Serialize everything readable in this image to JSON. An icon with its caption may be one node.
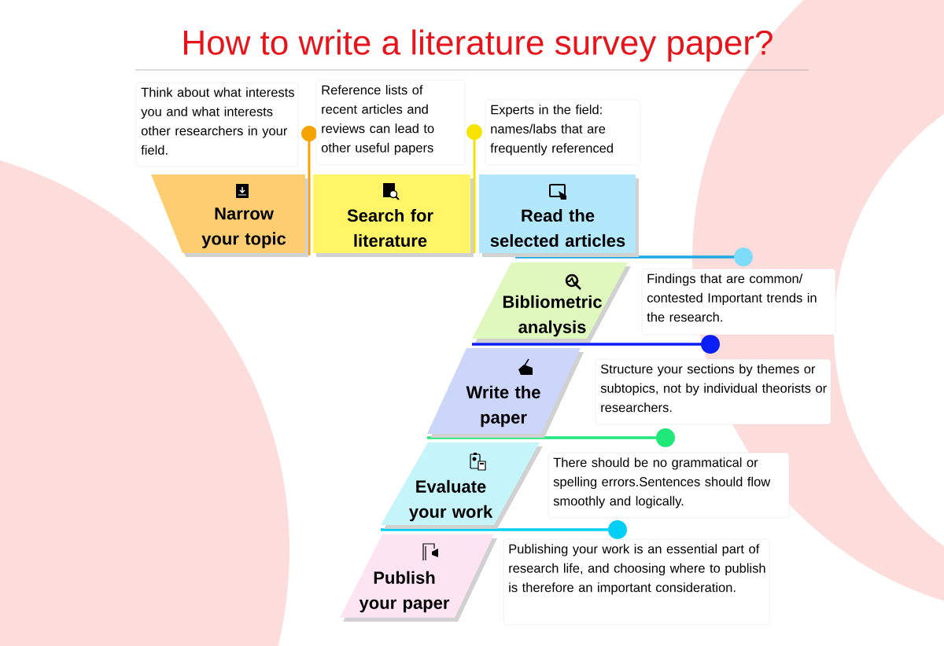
{
  "diagram": {
    "title": "How to write a literature survey paper?",
    "nodes": [
      {
        "text": [
          "Narrow your topic"
        ]
      },
      {
        "text": [
          "Think about what interests you and what interests other researchers in your field."
        ]
      },
      {
        "text": [
          "Search for literature"
        ]
      },
      {
        "text": [
          "Reference lists of recent articles and reviews can lead to other useful papers"
        ]
      },
      {
        "text": [
          "Read the selected articles"
        ]
      },
      {
        "text": [
          "Experts in the field: names/labs that are frequently referenced"
        ]
      },
      {
        "text": [
          "Bibliometric analysis"
        ]
      },
      {
        "text": [
          "Findings that are common/ contested Important trends in the research."
        ]
      },
      {
        "text": [
          "Write the paper"
        ]
      },
      {
        "text": [
          "Structure your sections by themes or subtopics, not by individual theorists or researchers."
        ]
      },
      {
        "text": [
          "Evaluate your work"
        ]
      },
      {
        "text": [
          "There should be no grammatical or spelling errors.Sentences should flow smoothly and logically."
        ]
      },
      {
        "text": [
          "Publish your paper"
        ]
      },
      {
        "text": [
          "Publishing your work is an essential part of research life, and choosing where to publish is therefore an important consideration."
        ]
      }
    ]
  }
}
